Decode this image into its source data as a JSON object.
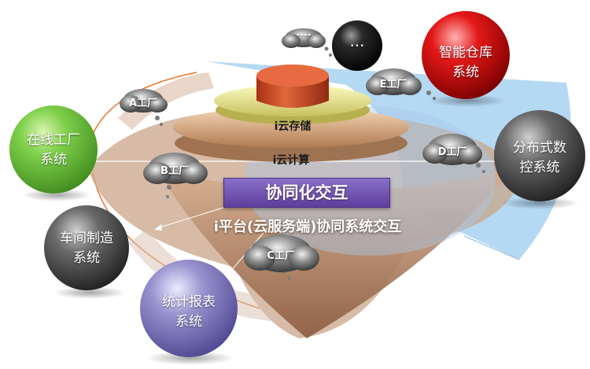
{
  "systems": {
    "online_factory": "在线工厂\n系统",
    "workshop_manufacturing": "车间制造\n系统",
    "statistics_report": "统计报表\n系统",
    "smart_warehouse": "智能仓库\n系统",
    "distributed_nc": "分布式数\n控系统",
    "more": "···"
  },
  "factories": {
    "a": "A工厂",
    "b": "B工厂",
    "c": "C工厂",
    "d": "D工厂",
    "e": "E工厂",
    "more": "····"
  },
  "layers": {
    "storage": "i云存储",
    "computing": "i云计算"
  },
  "banner": "协同化交互",
  "subtitle": "i平台(云服务端)协同系统交互",
  "colors": {
    "green_sphere": "#6cc13c",
    "grey_sphere": "#4d4d4d",
    "purple_sphere": "#8a80c0",
    "red_sphere": "#d81010",
    "black_sphere": "#111111",
    "banner": "#6a4fb0",
    "blue_sector": "#a8d2f0",
    "tan_cone": "#c8a080"
  }
}
